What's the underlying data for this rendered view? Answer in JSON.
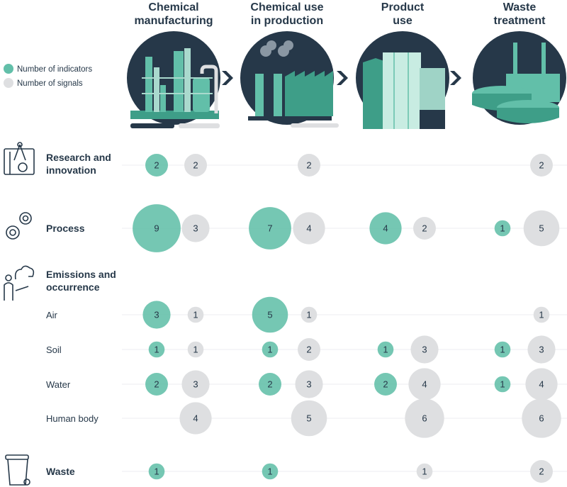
{
  "chart_data": {
    "type": "bubble-matrix",
    "stages": [
      [
        "Chemical",
        "manufacturing"
      ],
      [
        "Chemical use",
        "in production"
      ],
      [
        "Product",
        "use"
      ],
      [
        "Waste",
        "treatment"
      ]
    ],
    "legend": [
      "Number of indicators",
      "Number of signals"
    ],
    "colors": {
      "indicators": "#62bfa9",
      "signals": "#dedfe1",
      "text": "#263849",
      "icon": "#263849"
    },
    "icons": [
      "chemical-plant-icon",
      "factory-icon",
      "office-building-icon",
      "water-treatment-icon",
      "blueprint-icon",
      "gears-icon",
      "emissions-person-icon",
      "trash-bin-icon"
    ],
    "categories": [
      {
        "name": "Research and innovation",
        "label_lines": [
          "Research and",
          "innovation"
        ],
        "indicators": [
          2,
          null,
          null,
          null
        ],
        "signals": [
          2,
          2,
          null,
          2
        ]
      },
      {
        "name": "Process",
        "label_lines": [
          "Process"
        ],
        "indicators": [
          9,
          7,
          4,
          1
        ],
        "signals": [
          3,
          4,
          2,
          5
        ]
      },
      {
        "name": "Emissions and occurrence",
        "label_lines": [
          "Emissions and",
          "occurrence"
        ],
        "indicators": [],
        "signals": []
      },
      {
        "name": "Air",
        "label_lines": [
          "Air"
        ],
        "indicators": [
          3,
          5,
          null,
          null
        ],
        "signals": [
          1,
          1,
          null,
          1
        ]
      },
      {
        "name": "Soil",
        "label_lines": [
          "Soil"
        ],
        "indicators": [
          1,
          1,
          1,
          1
        ],
        "signals": [
          1,
          2,
          3,
          3
        ]
      },
      {
        "name": "Water",
        "label_lines": [
          "Water"
        ],
        "indicators": [
          2,
          2,
          2,
          1
        ],
        "signals": [
          3,
          3,
          4,
          4
        ]
      },
      {
        "name": "Human body",
        "label_lines": [
          "Human body"
        ],
        "indicators": [
          null,
          null,
          null,
          null
        ],
        "signals": [
          4,
          5,
          6,
          6
        ]
      },
      {
        "name": "Waste",
        "label_lines": [
          "Waste"
        ],
        "indicators": [
          1,
          1,
          null,
          null
        ],
        "signals": [
          null,
          null,
          1,
          2
        ]
      }
    ]
  }
}
